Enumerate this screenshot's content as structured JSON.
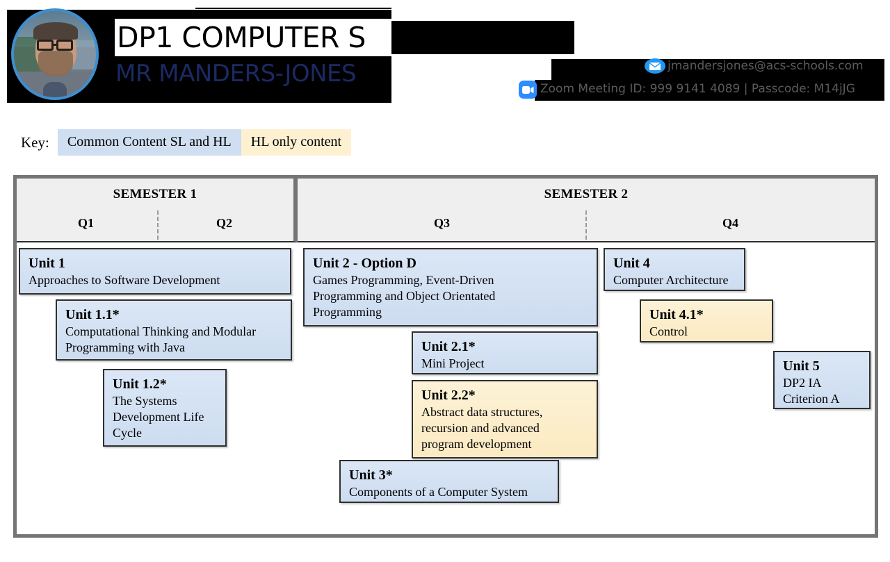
{
  "header": {
    "title": "DP1 COMPUTER S",
    "subtitle": "MR MANDERS-JONES",
    "email": "jmandersjones@acs-schools.com",
    "zoom_info": "Zoom Meeting ID: 999 9141 4089  |  Passcode: M14jJG",
    "mail_icon": "envelope-icon",
    "zoom_icon": "zoom-video-icon",
    "avatar_alt": "teacher-photo"
  },
  "key": {
    "label": "Key:",
    "common_label": "Common Content SL and HL",
    "hl_label": "HL only content",
    "common_color": "#cfdef0",
    "hl_color": "#fdf1d1"
  },
  "semesters": [
    {
      "name": "SEMESTER 1",
      "quarters": [
        "Q1",
        "Q2"
      ]
    },
    {
      "name": "SEMESTER 2",
      "quarters": [
        "Q3",
        "Q4"
      ]
    }
  ],
  "units": [
    {
      "id": "unit-1",
      "title": "Unit 1",
      "desc": "Approaches to Software Development",
      "type": "common"
    },
    {
      "id": "unit-1-1",
      "title": "Unit 1.1*",
      "desc": "Computational Thinking and Modular\nProgramming with Java",
      "type": "common"
    },
    {
      "id": "unit-1-2",
      "title": "Unit 1.2*",
      "desc": "The Systems\nDevelopment Life\nCycle",
      "type": "common"
    },
    {
      "id": "unit-2",
      "title": "Unit 2 - Option D",
      "desc": "Games Programming, Event-Driven\nProgramming and Object Orientated\nProgramming",
      "type": "common"
    },
    {
      "id": "unit-2-1",
      "title": "Unit 2.1*",
      "desc": "Mini Project",
      "type": "common"
    },
    {
      "id": "unit-2-2",
      "title": "Unit 2.2*",
      "desc": "Abstract data structures,\nrecursion and advanced\nprogram development",
      "type": "hlonly"
    },
    {
      "id": "unit-3",
      "title": "Unit 3*",
      "desc": "Components of a Computer System",
      "type": "common"
    },
    {
      "id": "unit-4",
      "title": "Unit 4",
      "desc": "Computer Architecture",
      "type": "common"
    },
    {
      "id": "unit-4-1",
      "title": "Unit 4.1*",
      "desc": "Control",
      "type": "hlonly"
    },
    {
      "id": "unit-5",
      "title": "Unit 5",
      "desc": "DP2 IA\nCriterion A",
      "type": "common"
    }
  ]
}
